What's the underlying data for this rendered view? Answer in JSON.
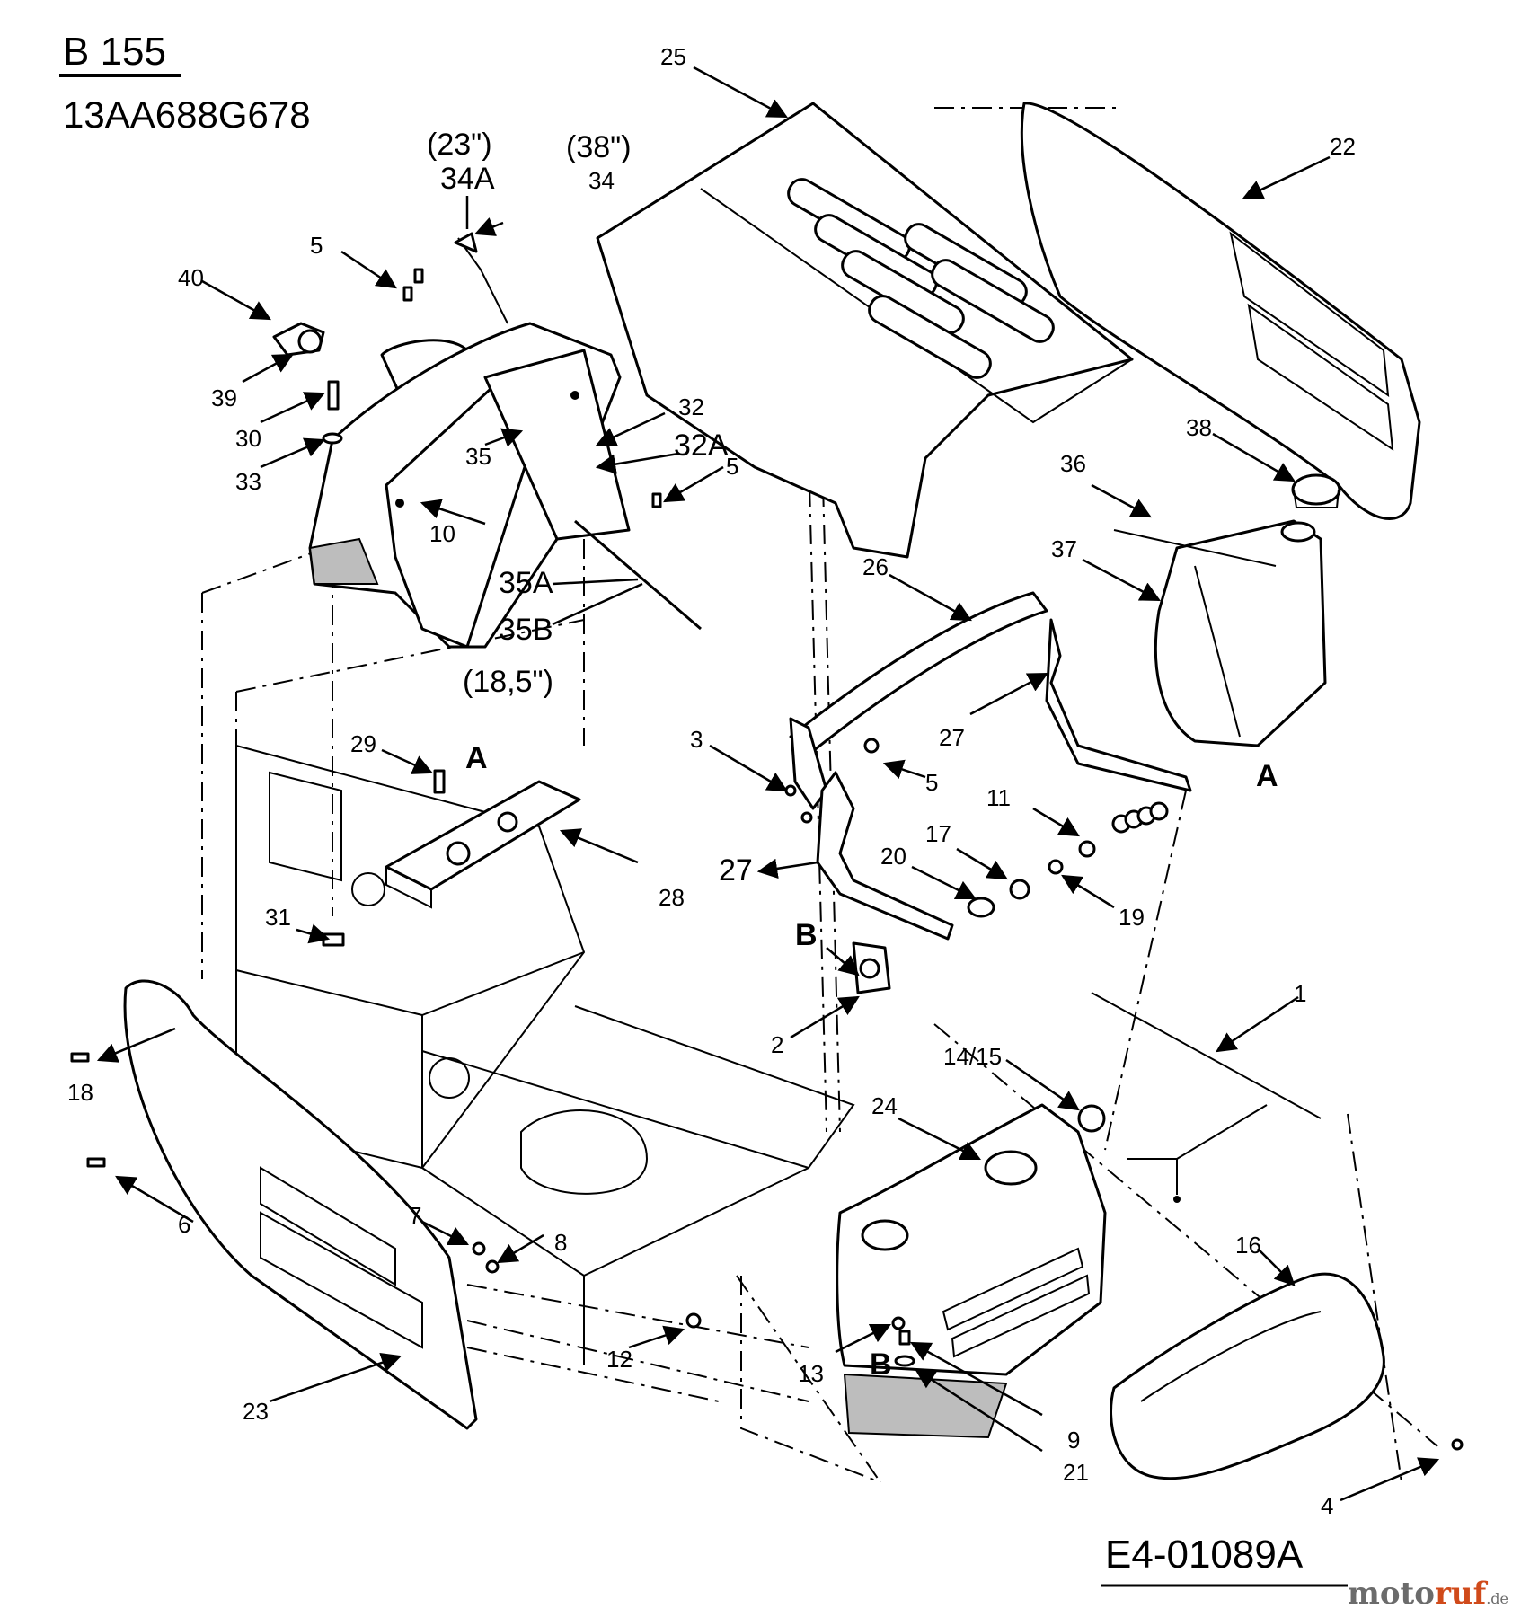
{
  "header": {
    "model": "B 155",
    "model_number": "13AA688G678",
    "drawing_id": "E4-01089A"
  },
  "size_notes": {
    "note_34A": "(23\")",
    "note_34": "(38\")",
    "note_35B": "(18,5\")"
  },
  "callouts": {
    "c1": "1",
    "c2": "2",
    "c3": "3",
    "c4": "4",
    "c5a": "5",
    "c5b": "5",
    "c5c": "5",
    "c6": "6",
    "c7": "7",
    "c8": "8",
    "c9": "9",
    "c10": "10",
    "c11": "11",
    "c12": "12",
    "c13": "13",
    "c1415": "14/15",
    "c16": "16",
    "c17": "17",
    "c18": "18",
    "c19": "19",
    "c20": "20",
    "c21": "21",
    "c22": "22",
    "c23": "23",
    "c24": "24",
    "c25": "25",
    "c26": "26",
    "c27a": "27",
    "c27b": "27",
    "c28": "28",
    "c29": "29",
    "c30": "30",
    "c31": "31",
    "c32": "32",
    "c32A": "32A",
    "c33": "33",
    "c34": "34",
    "c34A": "34A",
    "c35": "35",
    "c35A": "35A",
    "c35B": "35B",
    "c36": "36",
    "c37": "37",
    "c38": "38",
    "c39": "39",
    "c40": "40",
    "refA1": "A",
    "refA2": "A",
    "refB1": "B",
    "refB2": "B"
  },
  "watermark": {
    "part1": "moto",
    "part2": "ruf",
    "part3": ".de"
  }
}
